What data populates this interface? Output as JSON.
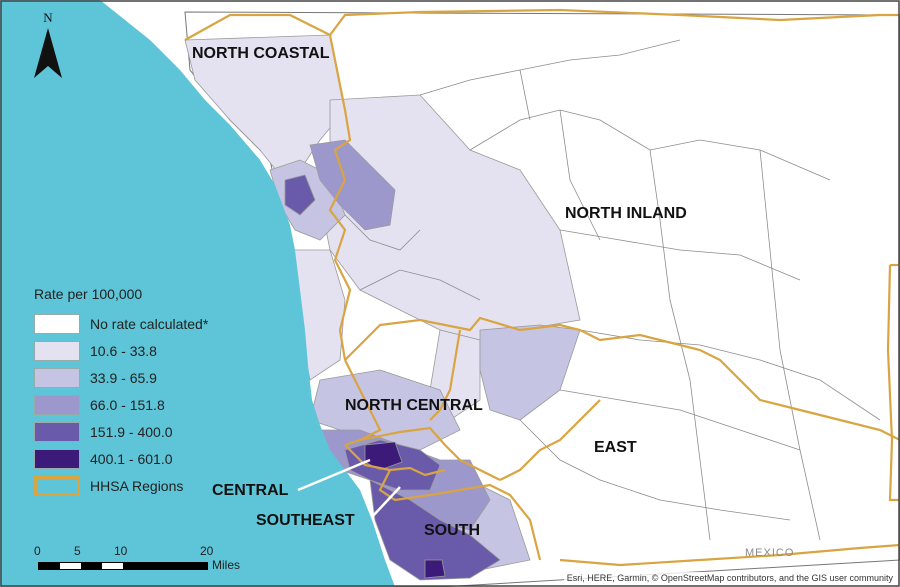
{
  "map": {
    "north_label": "N",
    "colors": {
      "ocean": "#5ec4d8",
      "none": "#ffffff",
      "c1": "#e4e2f1",
      "c2": "#c6c4e3",
      "c3": "#9d98cb",
      "c4": "#6a5aaa",
      "c5": "#3b1a7a",
      "region_outline": "#d9a441",
      "zone_outline": "#9a9a9a"
    },
    "regions": [
      "NORTH COASTAL",
      "NORTH INLAND",
      "NORTH CENTRAL",
      "CENTRAL",
      "SOUTHEAST",
      "SOUTH",
      "EAST"
    ],
    "country_label": "MEXICO"
  },
  "legend": {
    "title": "Rate per 100,000",
    "items": [
      {
        "label": "No rate calculated*",
        "color": "#ffffff"
      },
      {
        "label": "10.6 - 33.8",
        "color": "#e4e2f1"
      },
      {
        "label": "33.9 - 65.9",
        "color": "#c6c4e3"
      },
      {
        "label": "66.0 - 151.8",
        "color": "#9d98cb"
      },
      {
        "label": "151.9 - 400.0",
        "color": "#6a5aaa"
      },
      {
        "label": "400.1 - 601.0",
        "color": "#3b1a7a"
      },
      {
        "label": "HHSA Regions",
        "color": "#d9a441"
      }
    ]
  },
  "scalebar": {
    "ticks": [
      "0",
      "5",
      "10",
      "20"
    ],
    "units": "Miles"
  },
  "attribution": "Esri, HERE, Garmin, © OpenStreetMap contributors, and the GIS user community"
}
